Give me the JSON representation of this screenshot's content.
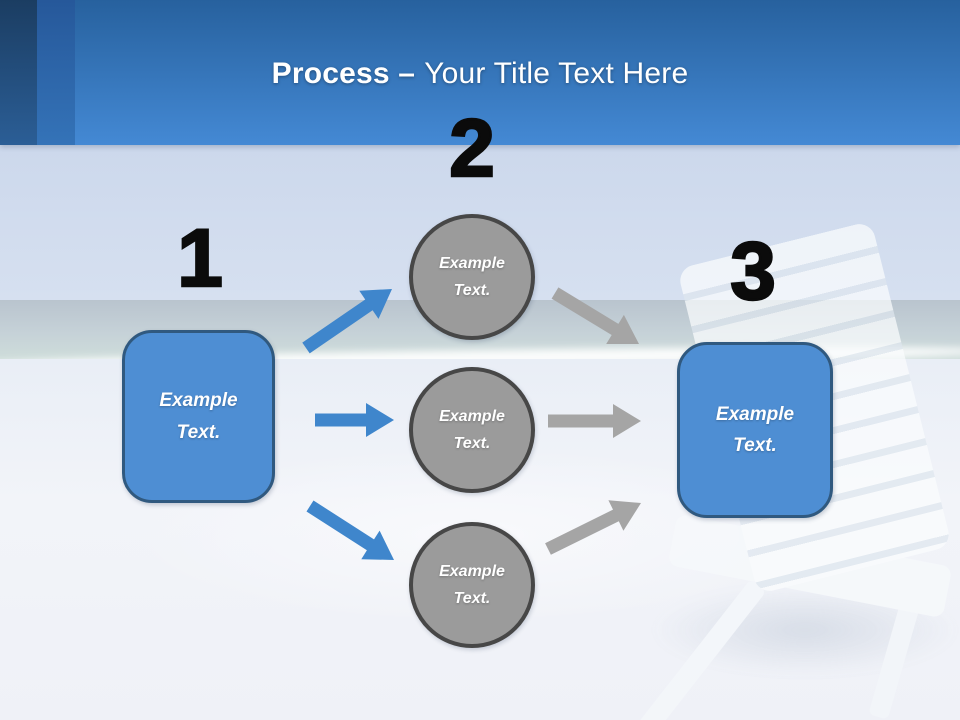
{
  "title": {
    "emphasis": "Process –",
    "rest": "Your Title Text Here"
  },
  "steps": {
    "one": {
      "number": "1"
    },
    "two": {
      "number": "2"
    },
    "three": {
      "number": "3"
    }
  },
  "boxes": {
    "left": {
      "line1": "Example",
      "line2": "Text."
    },
    "right": {
      "line1": "Example",
      "line2": "Text."
    }
  },
  "circles": [
    {
      "line1": "Example",
      "line2": "Text."
    },
    {
      "line1": "Example",
      "line2": "Text."
    },
    {
      "line1": "Example",
      "line2": "Text."
    }
  ],
  "colors": {
    "header_top": "#27619e",
    "header_bottom": "#4489d4",
    "strip1_top": "#1b3d62",
    "strip1_bottom": "#2b5e96",
    "strip2_top": "#26589a",
    "strip2_bottom": "#3473b8",
    "accent_box": "#4e8ed3",
    "accent_box_border": "#30597f",
    "circle_fill": "#9b9b9b",
    "circle_border": "#474747",
    "arrow_blue": "#3f86cc",
    "arrow_gray": "#a5a5a5",
    "number": "#0b0b0b",
    "title_text": "#ffffff"
  }
}
